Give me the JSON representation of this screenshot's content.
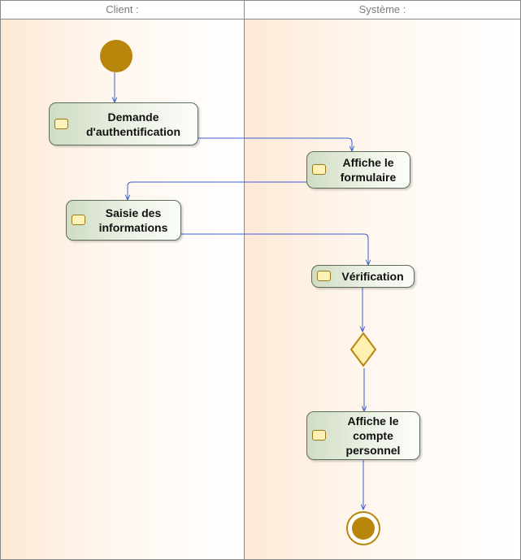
{
  "lanes": {
    "client": "Client :",
    "system": "Système :"
  },
  "actions": {
    "auth_request": "Demande d'authentification",
    "show_form": "Affiche le formulaire",
    "enter_info": "Saisie des informations",
    "verification": "Vérification",
    "show_account": "Affiche le compte personnel"
  },
  "colors": {
    "node_fill": "#b8860b",
    "edge": "#3f5fcf",
    "decision_fill": "#ffefb0"
  }
}
